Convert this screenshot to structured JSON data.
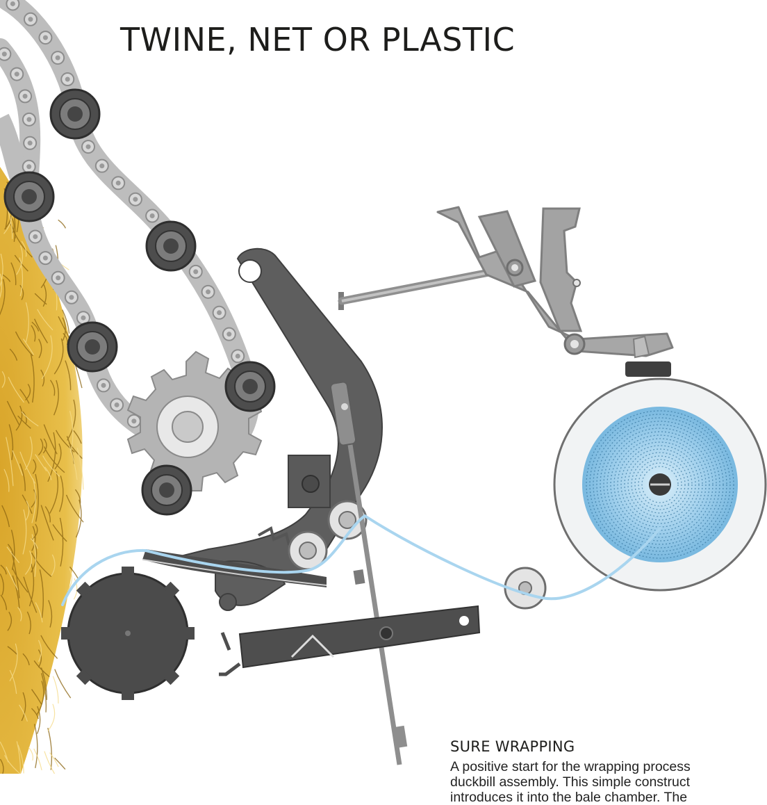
{
  "title": "TWINE, NET OR PLASTIC",
  "caption": {
    "heading": "SURE WRAPPING",
    "lines": [
      "A positive start for the wrapping process",
      "duckbill assembly. This simple construct",
      "introduces it into the bale chamber. The"
    ]
  },
  "colors": {
    "chain_plate": "#9a9a9a",
    "roller": "#4a4a4a",
    "arm": "#5b5b5b",
    "linkage": "#a5a5a5",
    "net_roll": "#8cc4e6",
    "net_line": "#a9d5ef",
    "straw": "#e2b437",
    "background": "#ffffff"
  }
}
